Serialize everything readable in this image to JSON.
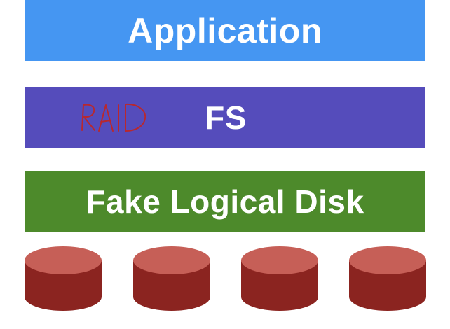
{
  "layers": [
    {
      "id": "application",
      "label": "Application",
      "color": "#4596f2"
    },
    {
      "id": "fs",
      "label": "FS",
      "color": "#554cbb"
    },
    {
      "id": "disk",
      "label": "Fake Logical Disk",
      "color": "#4d8a2b"
    }
  ],
  "annotation": {
    "text": "RAID",
    "color": "#b8282e"
  },
  "disks": {
    "count": 4,
    "top_color": "#c65f57",
    "body_color": "#8b2420"
  }
}
